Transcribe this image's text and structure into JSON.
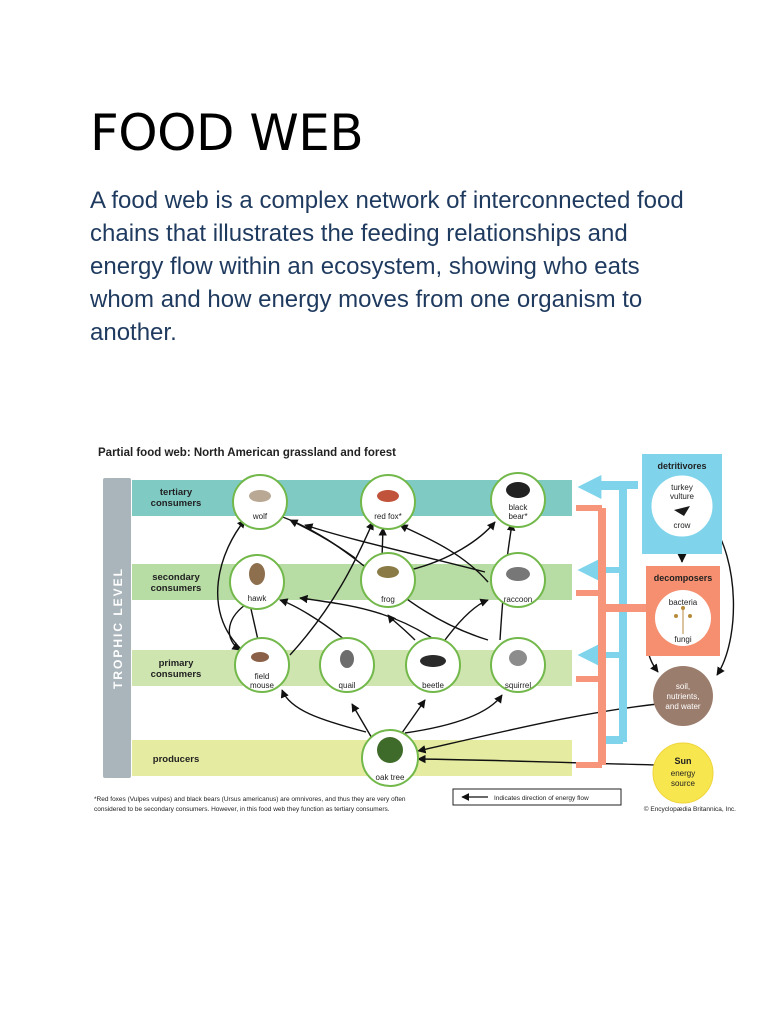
{
  "title": "FOOD WEB",
  "paragraph": "A food web is a complex network of interconnected food chains that illustrates the feeding relationships and energy flow within an ecosystem, showing who eats whom and how energy moves from one organism to another.",
  "figure": {
    "title": "Partial food web: North American grassland and forest",
    "trophic_label": "TROPHIC LEVEL",
    "levels": {
      "tertiary": [
        "tertiary",
        "consumers"
      ],
      "secondary": [
        "secondary",
        "consumers"
      ],
      "primary": [
        "primary",
        "consumers"
      ],
      "producers": [
        "producers"
      ]
    },
    "organisms": {
      "wolf": [
        "wolf"
      ],
      "red_fox": [
        "red fox*"
      ],
      "black_bear": [
        "black",
        "bear*"
      ],
      "hawk": [
        "hawk"
      ],
      "frog": [
        "frog"
      ],
      "raccoon": [
        "raccoon"
      ],
      "field_mouse": [
        "field",
        "mouse"
      ],
      "quail": [
        "quail"
      ],
      "beetle": [
        "beetle"
      ],
      "squirrel": [
        "squirrel"
      ],
      "oak_tree": [
        "oak tree"
      ]
    },
    "detritivores": {
      "title": "detritivores",
      "turkey_vulture": [
        "turkey",
        "vulture"
      ],
      "crow": [
        "crow"
      ]
    },
    "decomposers": {
      "title": "decomposers",
      "bacteria": [
        "bacteria"
      ],
      "fungi": [
        "fungi"
      ]
    },
    "soil": [
      "soil,",
      "nutrients,",
      "and water"
    ],
    "sun": [
      "Sun",
      "energy",
      "source"
    ],
    "legend": "Indicates direction of energy flow",
    "footnote": [
      "*Red foxes (Vulpes vulpes) and black bears (Ursus americanus) are omnivores, and thus they are very often",
      "considered to be secondary consumers. However, in this food web they function as tertiary consumers."
    ],
    "credit": "© Encyclopædia Britannica, Inc.",
    "colors": {
      "tertiary_band": "#7fcbc4",
      "secondary_band": "#b7dca4",
      "primary_band": "#cfe5b0",
      "producer_band": "#e5eba0",
      "trophic_bar": "#a9b4bb",
      "node_ring": "#72b84a",
      "detritivore_box": "#7fd4ec",
      "decomposer_box": "#f58f6f",
      "soil": "#9b7d6d",
      "sun": "#f8e64f",
      "cyan_arrow": "#7fd4ec",
      "salmon_arrow": "#f7957a"
    }
  }
}
